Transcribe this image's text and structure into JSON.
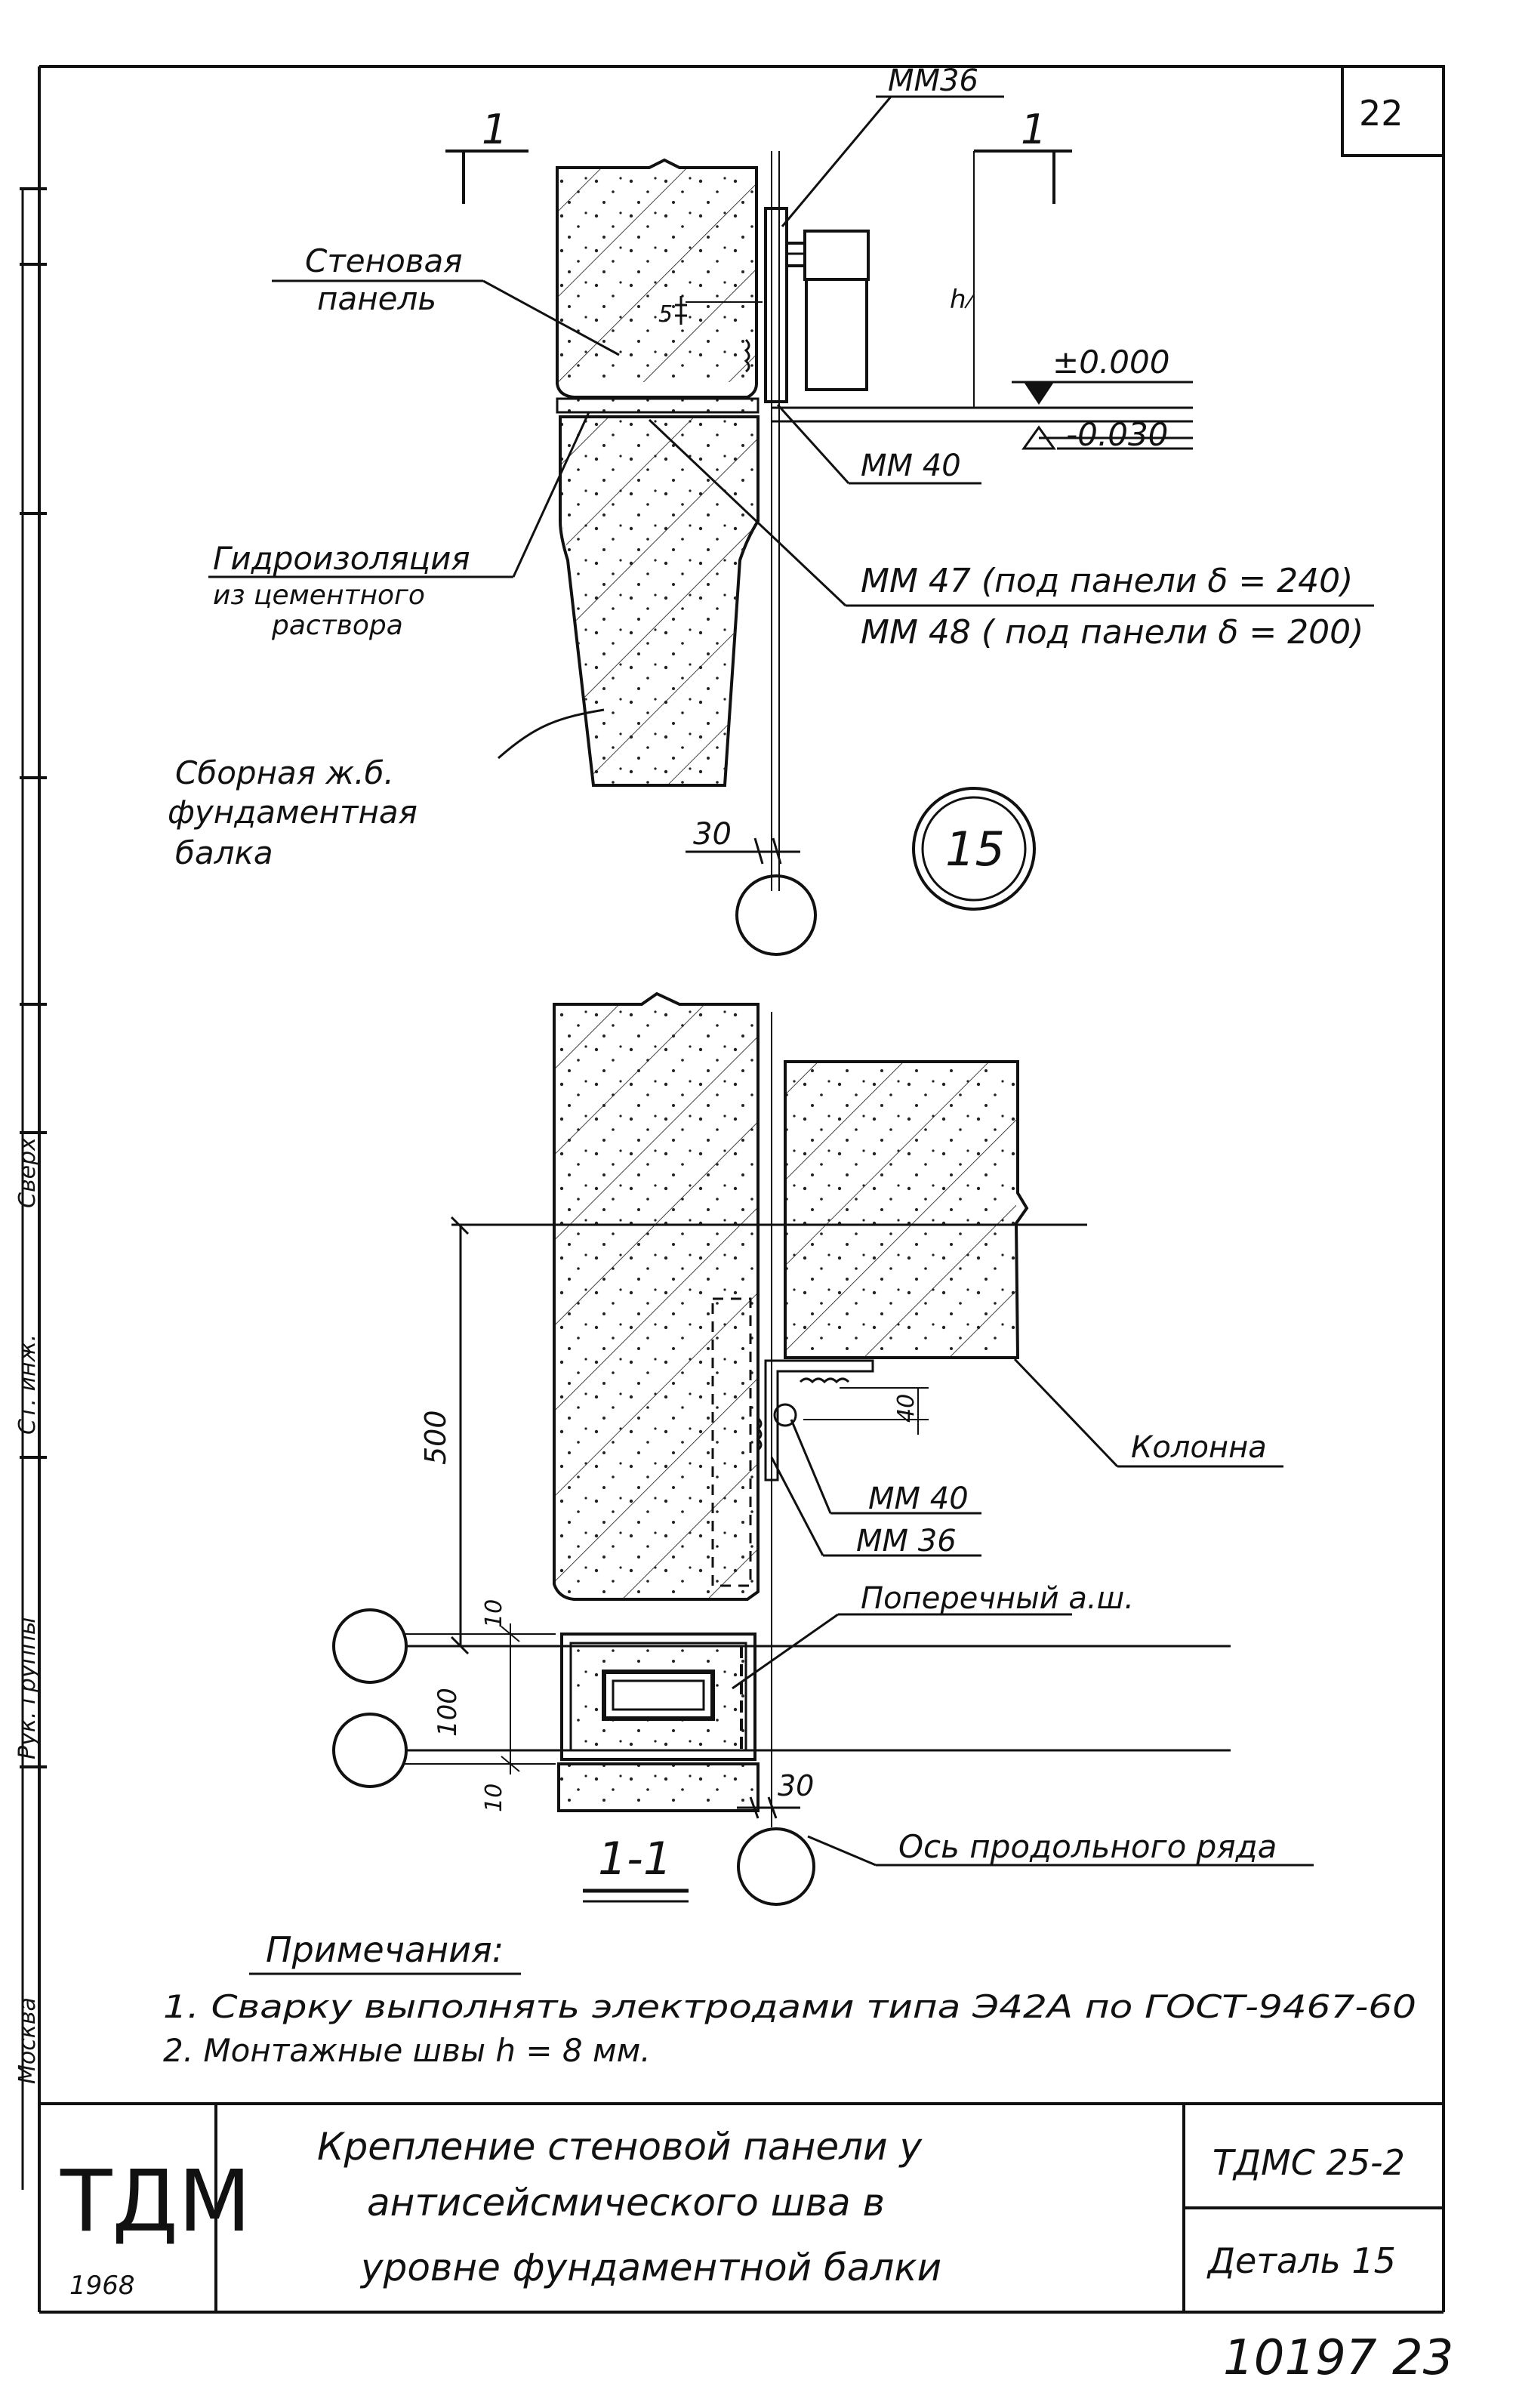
{
  "sheet": {
    "page_number": "22",
    "footer_number": "10197 23",
    "side_stamp": [
      "Москва",
      "Рук. группы",
      "Ст. инж.",
      "Сверх"
    ]
  },
  "top_detail": {
    "section_mark": "1",
    "item_mm36": "ММ36",
    "wall_panel_label": "Стеновая\nпанель",
    "level_top": "±0.000",
    "level_bottom": "-0.030",
    "item_mm40": "ММ 40",
    "hydro_label": "Гидроизоляция\nиз цементного\nраствора",
    "item_mm47": "ММ 47 (под панели δ = 240)",
    "item_mm48": "ММ 48 ( под панели δ = 200)",
    "beam_label": "Сборная ж.б.\nфундаментная\nбалка",
    "dim_30": "30",
    "dim_h": "h",
    "dim_5": "5",
    "detail_number": "15"
  },
  "section_detail": {
    "dim_500": "500",
    "dim_40": "40",
    "column_label": "Колонна",
    "item_mm40": "ММ 40",
    "item_mm36": "ММ 36",
    "cross_seam_label": "Поперечный а.ш.",
    "dim_10_top": "10",
    "dim_100": "100",
    "dim_10_bottom": "10",
    "dim_30": "30",
    "section_title": "1-1",
    "axis_label": "Ось продольного ряда"
  },
  "notes": {
    "heading": "Примечания:",
    "items": [
      "1. Сварку выполнять электродами типа Э42А по ГОСТ-9467-60",
      "2. Монтажные швы  h = 8 мм."
    ]
  },
  "title_block": {
    "org": "ТДМ",
    "year": "1968",
    "title": "Крепление стеновой панели у\nантисейсмического шва в\nуровне фундаментной балки",
    "code": "ТДМС 25-2",
    "detail": "Деталь 15"
  }
}
